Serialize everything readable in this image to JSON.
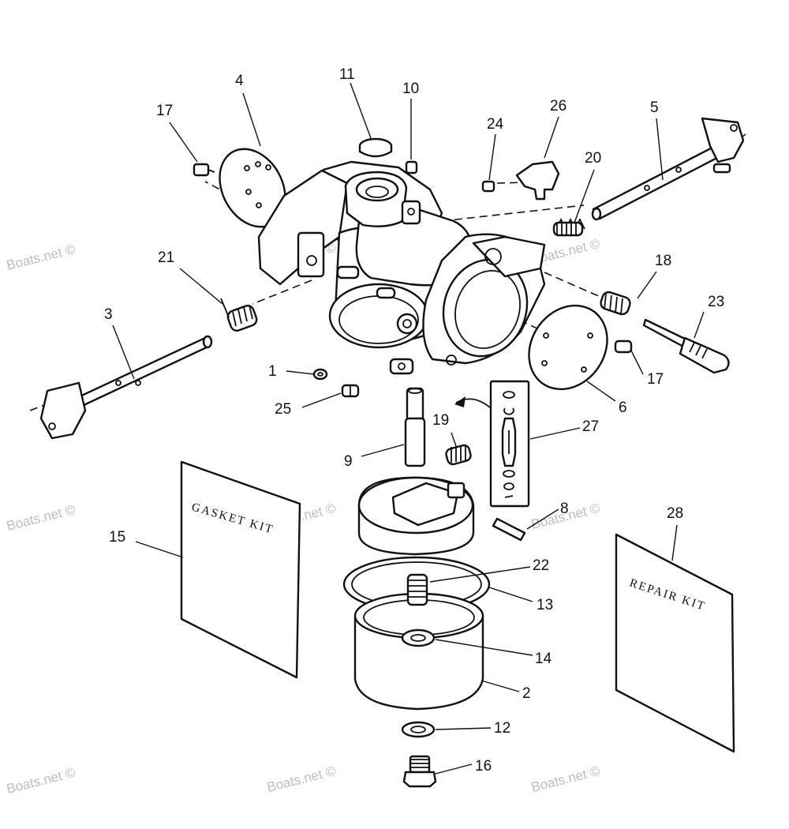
{
  "diagram": {
    "watermark": "Boats.net ©",
    "gasket_kit_label": "GASKET KIT",
    "repair_kit_label": "REPAIR KIT",
    "callouts": {
      "c1": "1",
      "c2": "2",
      "c3": "3",
      "c4": "4",
      "c5": "5",
      "c6": "6",
      "c8": "8",
      "c9": "9",
      "c10": "10",
      "c11": "11",
      "c12": "12",
      "c13": "13",
      "c14": "14",
      "c15": "15",
      "c16": "16",
      "c17a": "17",
      "c17b": "17",
      "c18": "18",
      "c19": "19",
      "c20": "20",
      "c21": "21",
      "c22": "22",
      "c23": "23",
      "c24": "24",
      "c25": "25",
      "c26": "26",
      "c27": "27",
      "c28": "28"
    }
  }
}
